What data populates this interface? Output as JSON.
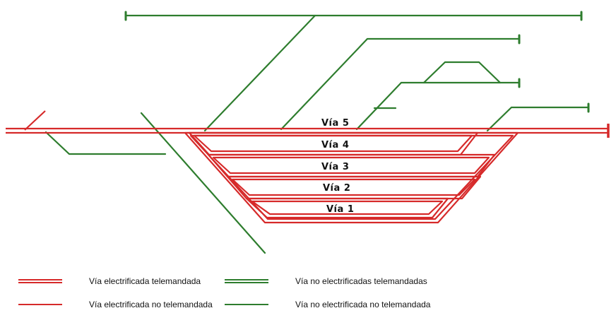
{
  "tracks": [
    {
      "label": "Vía 5"
    },
    {
      "label": "Vía 4"
    },
    {
      "label": "Vía 3"
    },
    {
      "label": "Vía 2"
    },
    {
      "label": "Vía 1"
    }
  ],
  "legend": [
    {
      "label": "Vía electrificada telemandada",
      "color": "#d62a2a",
      "style": "double"
    },
    {
      "label": "Vía electrificada no telemandada",
      "color": "#d62a2a",
      "style": "single"
    },
    {
      "label": "Vía no electrificadas telemandadas",
      "color": "#2e7d2e",
      "style": "double"
    },
    {
      "label": "Vía no electrificada no telemandada",
      "color": "#2e7d2e",
      "style": "single"
    }
  ],
  "colors": {
    "electrified": "#d62a2a",
    "non_electrified": "#2e7d2e"
  }
}
